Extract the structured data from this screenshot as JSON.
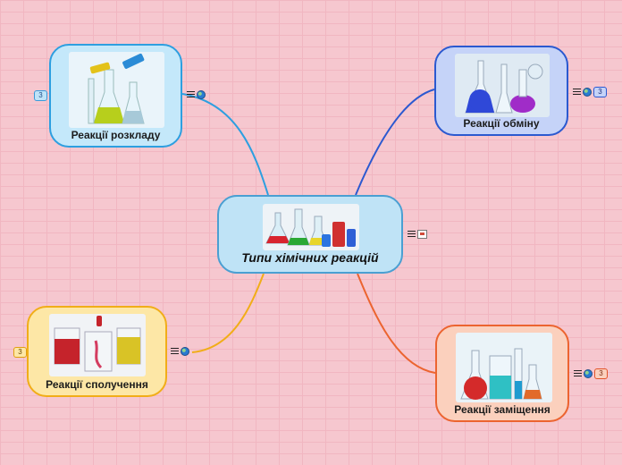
{
  "center": {
    "title": "Типи хімічних реакцій",
    "image": "colored-flasks-photo",
    "icons": [
      "notes-icon",
      "slide-icon"
    ]
  },
  "branches": [
    {
      "id": "tl",
      "label": "Реакції розкладу",
      "image": "flasks-yellow-blue-photo",
      "badge": "3",
      "color": "#2d9fe0",
      "icons": [
        "notes-icon",
        "globe-icon"
      ]
    },
    {
      "id": "tr",
      "label": "Реакції обміну",
      "image": "flasks-purple-blue-photo",
      "badge": "3",
      "color": "#2b59d0",
      "icons": [
        "notes-icon",
        "globe-icon"
      ]
    },
    {
      "id": "bl",
      "label": "Реакції сполучення",
      "image": "glasses-red-yellow-photo",
      "badge": "3",
      "color": "#f1ad18",
      "icons": [
        "notes-icon",
        "globe-icon"
      ]
    },
    {
      "id": "br",
      "label": "Реакції заміщення",
      "image": "flasks-red-cyan-photo",
      "badge": "3",
      "color": "#ec6430",
      "icons": [
        "notes-icon",
        "globe-icon"
      ]
    }
  ]
}
